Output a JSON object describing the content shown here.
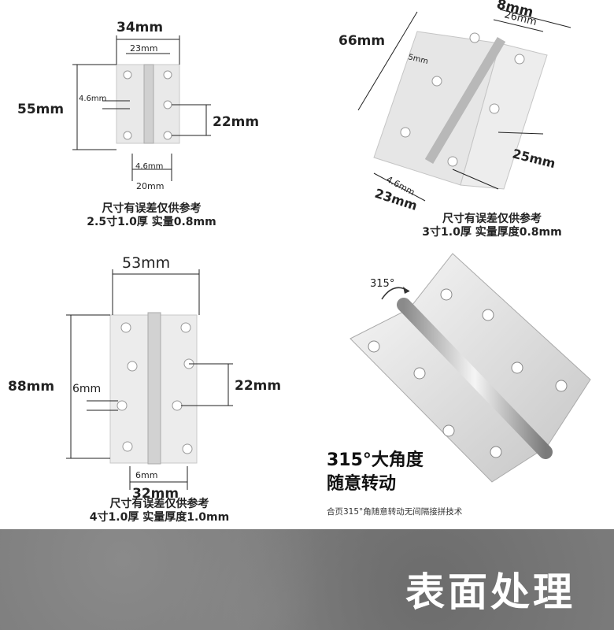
{
  "panel1": {
    "dims": {
      "total_width": "34mm",
      "inner_width": "23mm",
      "height": "55mm",
      "hole_spacing": "22mm",
      "hole": "4.6mm",
      "pin": "4.6mm",
      "bottom_width": "20mm"
    },
    "note_line1": "尺寸有误差仅供参考",
    "note_line2": "2.5寸1.0厚  实量0.8mm"
  },
  "panel2": {
    "dims": {
      "top_partial": "8mm",
      "inner_width": "26mm",
      "height": "66mm",
      "hole": "5mm",
      "hole_spacing": "25mm",
      "pin": "4.6mm",
      "bottom_width": "23mm"
    },
    "note_line1": "尺寸有误差仅供参考",
    "note_line2": "3寸1.0厚  实量厚度0.8mm"
  },
  "panel3": {
    "dims": {
      "total_width": "53mm",
      "height": "88mm",
      "hole": "6mm",
      "hole_spacing": "22mm",
      "pin": "6mm",
      "bottom_width": "32mm"
    },
    "note_line1": "尺寸有误差仅供参考",
    "note_line2": "4寸1.0厚  实量厚度1.0mm"
  },
  "panel4": {
    "angle": "315°",
    "headline_line1": "315°大角度",
    "headline_line2": "随意转动",
    "caption": "合页315°角随意转动无间隔接拼技术"
  },
  "banner": {
    "title": "表面处理"
  }
}
